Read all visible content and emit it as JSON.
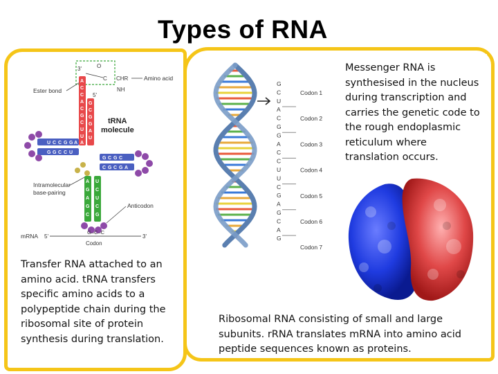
{
  "title": "Types of RNA",
  "trna_diagram": {
    "label_3prime": "3'",
    "label_5prime": "5'",
    "amino_acid_label": "Amino acid",
    "ester_bond_label": "Ester bond",
    "trna_label_line1": "tRNA",
    "trna_label_line2": "molecule",
    "intramolecular_line1": "Intramolecular",
    "intramolecular_line2": "base-pairing",
    "anticodon_label": "Anticodon",
    "mrna_label": "mRNA",
    "mrna_5": "5'",
    "mrna_3": "3'",
    "codon_label": "Codon",
    "codon_bases": "G–C–C",
    "chr_label": "CHR",
    "nh_label": "NH",
    "colors": {
      "acceptor": "#e8484a",
      "d_arm": "#4a5fc1",
      "t_arm": "#8e4aa8",
      "anticodon": "#3aa83a",
      "variable": "#c8b24a"
    }
  },
  "dna_diagram": {
    "bases": [
      "G",
      "C",
      "U",
      "A",
      "C",
      "G",
      "G",
      "A",
      "C",
      "C",
      "U",
      "U",
      "C",
      "G",
      "A",
      "G",
      "C",
      "A",
      "G"
    ],
    "codons": [
      "Codon 1",
      "Codon 2",
      "Codon 3",
      "Codon 4",
      "Codon 5",
      "Codon 6",
      "Codon 7"
    ]
  },
  "captions": {
    "trna": "Transfer RNA attached to an amino acid. tRNA transfers specific amino acids to a polypeptide chain during the ribosomal site of protein synthesis during translation.",
    "mrna": "Messenger RNA is synthesised in the nucleus during transcription and carries the genetic code to the rough endoplasmic reticulum where translation occurs.",
    "rrna": "Ribosomal RNA consisting of small and large subunits. rRNA translates mRNA into amino acid peptide sequences known as proteins."
  }
}
